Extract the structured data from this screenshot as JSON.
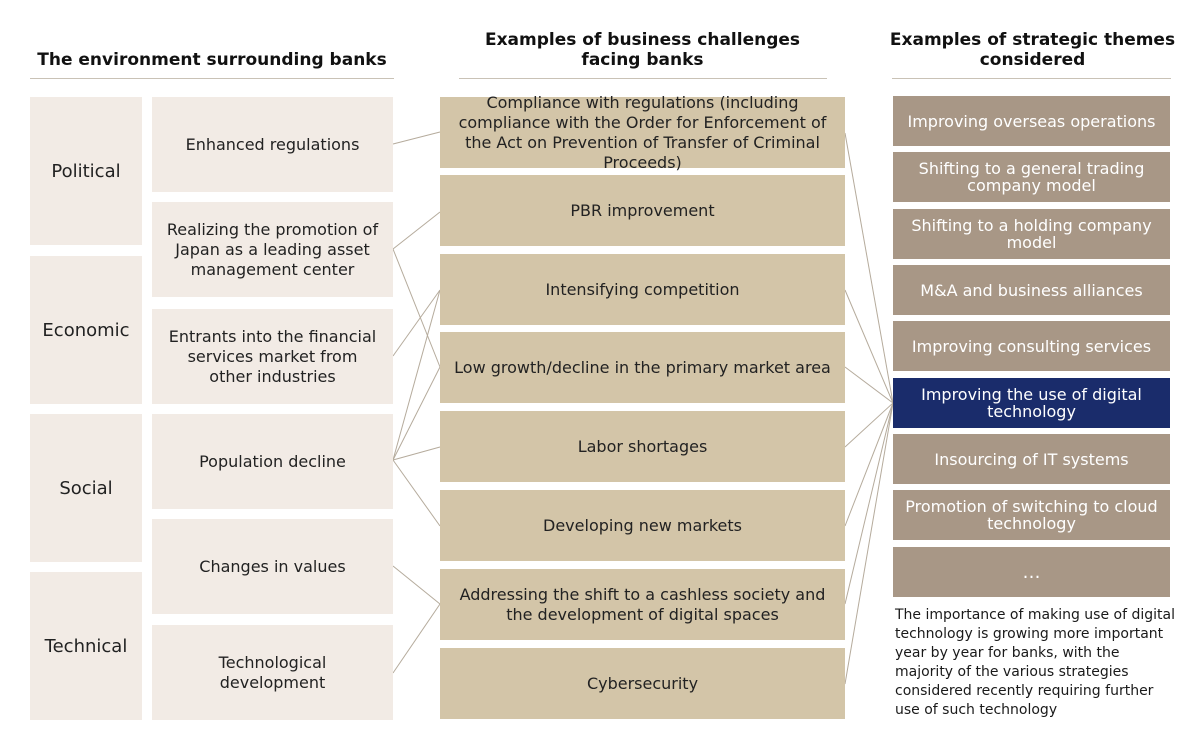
{
  "headers": {
    "environment": "The environment surrounding banks",
    "challenges": "Examples of business challenges facing banks",
    "themes": "Examples of strategic themes considered"
  },
  "categories": [
    "Political",
    "Economic",
    "Social",
    "Technical"
  ],
  "environment_items": [
    "Enhanced regulations",
    "Realizing the promotion of Japan as a leading asset management center",
    "Entrants into the financial services market from other industries",
    "Population decline",
    "Changes in values",
    "Technological development"
  ],
  "challenges": [
    "Compliance with regulations (including compliance with the Order for Enforcement of the Act on Prevention of Transfer of Criminal Proceeds)",
    "PBR improvement",
    "Intensifying competition",
    "Low growth/decline in the primary market area",
    "Labor shortages",
    "Developing new markets",
    "Addressing the shift to a cashless society and the development of digital spaces",
    "Cybersecurity"
  ],
  "themes": [
    "Improving overseas operations",
    "Shifting to a general trading company model",
    "Shifting to a holding company model",
    "M&A and business alliances",
    "Improving consulting services",
    "Improving the use of digital technology",
    "Insourcing of IT systems",
    "Promotion of switching to cloud technology",
    "…"
  ],
  "highlighted_theme": "Improving the use of digital technology",
  "note": "The importance of making use of digital technology is growing more important year by year for banks, with the majority of the various strategies considered recently requiring further use of such technology",
  "colors": {
    "category_bg": "#f2ebe5",
    "environment_bg": "#f2ebe5",
    "challenge_bg": "#d3c5a8",
    "theme_bg": "#a89786",
    "highlight_bg": "#1a2c6b",
    "connector": "#b5ab9c"
  }
}
